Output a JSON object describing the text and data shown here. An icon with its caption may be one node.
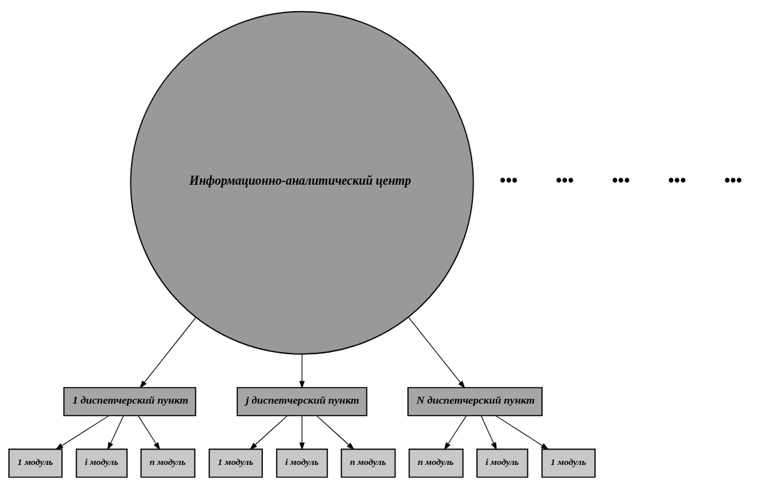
{
  "diagram": {
    "nodes": [
      {
        "text": [
          "Информационно-аналитический центр"
        ]
      },
      {
        "text": [
          "1 диспетчерский пункт"
        ]
      },
      {
        "text": [
          "j диспетчерский пункт"
        ]
      },
      {
        "text": [
          "N диспетчерский пункт"
        ]
      },
      {
        "text": [
          "1 модуль"
        ]
      },
      {
        "text": [
          "i модуль"
        ]
      },
      {
        "text": [
          "n модуль"
        ]
      },
      {
        "text": [
          "1 модуль"
        ]
      },
      {
        "text": [
          "i модуль"
        ]
      },
      {
        "text": [
          "n модуль"
        ]
      },
      {
        "text": [
          "n модуль"
        ]
      },
      {
        "text": [
          "i модуль"
        ]
      },
      {
        "text": [
          "1 модуль"
        ]
      }
    ],
    "edges": [
      {
        "from": 0,
        "to": 1,
        "arrow": "to"
      },
      {
        "from": 0,
        "to": 2,
        "arrow": "to"
      },
      {
        "from": 0,
        "to": 3,
        "arrow": "to"
      },
      {
        "from": 1,
        "to": 4,
        "arrow": "to"
      },
      {
        "from": 1,
        "to": 5,
        "arrow": "to"
      },
      {
        "from": 1,
        "to": 6,
        "arrow": "to"
      },
      {
        "from": 2,
        "to": 7,
        "arrow": "to"
      },
      {
        "from": 2,
        "to": 8,
        "arrow": "to"
      },
      {
        "from": 2,
        "to": 9,
        "arrow": "to"
      },
      {
        "from": 3,
        "to": 10,
        "arrow": "to"
      },
      {
        "from": 3,
        "to": 11,
        "arrow": "to"
      },
      {
        "from": 3,
        "to": 12,
        "arrow": "to"
      }
    ],
    "labels": [
      "•••",
      "•••",
      "•••",
      "•••",
      "•••"
    ]
  }
}
